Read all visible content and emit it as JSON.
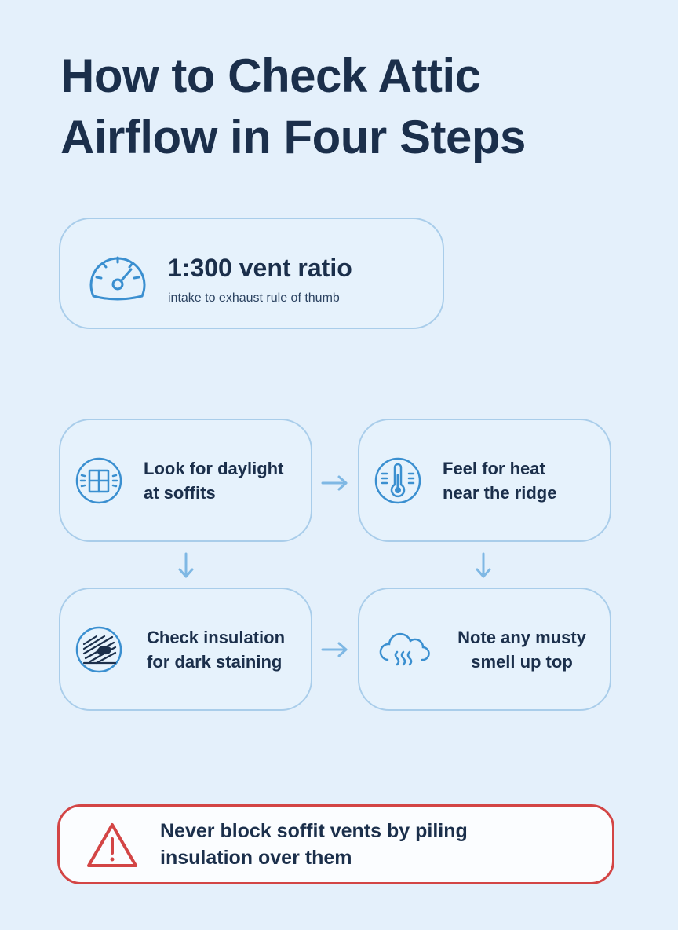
{
  "title": {
    "line1": "How to Check Attic",
    "line2": "Airflow in Four Steps"
  },
  "stat": {
    "value": "1:300 vent ratio",
    "caption": "intake to exhaust rule of thumb",
    "icon": "gauge-icon"
  },
  "steps": [
    {
      "line1": "Look for daylight",
      "line2": "at soffits",
      "icon": "window-light-icon"
    },
    {
      "line1": "Feel for heat",
      "line2": "near the ridge",
      "icon": "thermometer-icon"
    },
    {
      "line1": "Check insulation",
      "line2": "for dark staining",
      "icon": "insulation-stain-icon"
    },
    {
      "line1": "Note any musty",
      "line2": "smell up top",
      "icon": "cloud-odor-icon"
    }
  ],
  "warning": {
    "line1": "Never block soffit vents by piling",
    "line2": "insulation over them",
    "icon": "warning-triangle-icon"
  },
  "colors": {
    "accent": "#3a8fd0",
    "text": "#1b2f4b",
    "card_border": "#a9cdea",
    "warning": "#d34545",
    "background": "#e4f0fb"
  }
}
